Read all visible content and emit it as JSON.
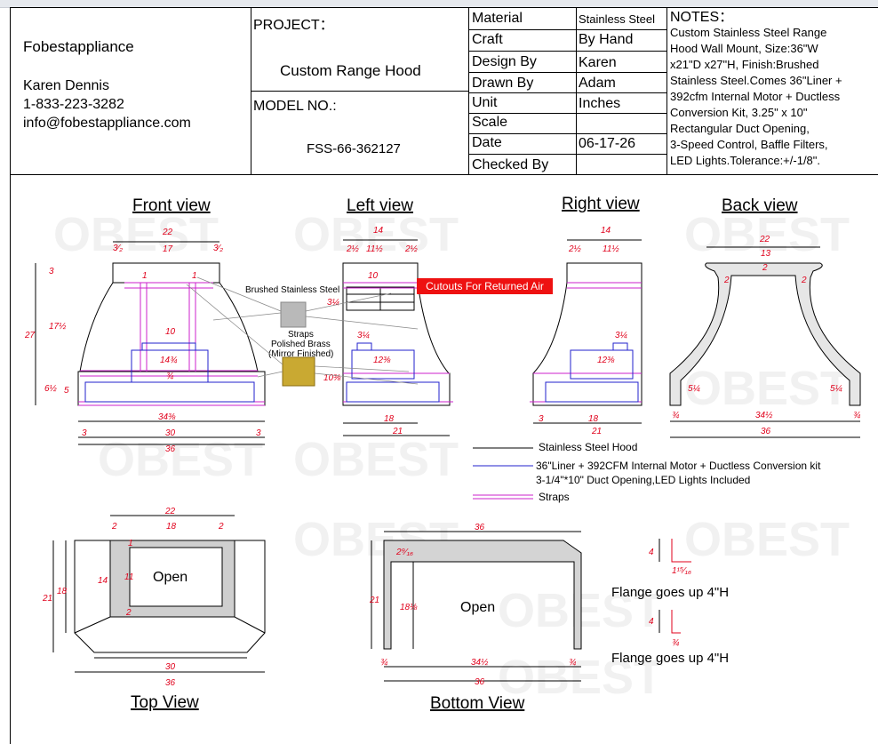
{
  "title_block": {
    "company": "Fobestappliance",
    "contact_name": "Karen Dennis",
    "phone": "1-833-223-3282",
    "email": "info@fobestappliance.com",
    "project_label": "PROJECT：",
    "project_value": "Custom Range Hood",
    "model_label": "MODEL NO.:",
    "model_value": "FSS-66-362127",
    "fields": [
      {
        "label": "Material",
        "value": "Stainless Steel"
      },
      {
        "label": "Craft",
        "value": "By Hand"
      },
      {
        "label": "Design By",
        "value": "Karen"
      },
      {
        "label": "Drawn By",
        "value": "Adam"
      },
      {
        "label": "Unit",
        "value": "Inches"
      },
      {
        "label": "Scale",
        "value": ""
      },
      {
        "label": "Date",
        "value": "06-17-26"
      },
      {
        "label": "Checked By",
        "value": ""
      }
    ],
    "notes_title": "NOTES：",
    "notes_lines": [
      "Custom Stainless Steel Range",
      "Hood Wall Mount, Size:36\"W",
      "x21\"D x27\"H, Finish:Brushed",
      "Stainless Steel.Comes 36\"Liner +",
      "392cfm Internal Motor + Ductless",
      "Conversion Kit, 3.25\" x 10\"",
      "Rectangular Duct Opening,",
      "3-Speed Control, Baffle Filters,",
      "LED Lights.Tolerance:+/-1/8\"."
    ]
  },
  "views": {
    "front": "Front view",
    "left": "Left view",
    "right": "Right view",
    "back": "Back view",
    "top": "Top View",
    "bottom": "Bottom View"
  },
  "callouts": {
    "brushed": "Brushed Stainless Steel",
    "straps1": "Straps",
    "straps2": "Polished Brass",
    "straps3": "(Mirror Finished)",
    "cutouts": "Cutouts For Returned Air",
    "open_top": "Open",
    "open_bottom": "Open",
    "flange1": "Flange goes up 4\"H",
    "flange2": "Flange goes up 4\"H"
  },
  "legend": [
    {
      "label": "Stainless Steel Hood",
      "color": "#000000"
    },
    {
      "label": "36\"Liner + 392CFM Internal Motor + Ductless Conversion kit",
      "color": "#2222cc"
    },
    {
      "label": "3-1/4\"*10\" Duct Opening,LED Lights Included",
      "color": ""
    },
    {
      "label": "Straps",
      "color": "#cc22cc"
    }
  ],
  "watermark": "OBEST",
  "dims": {
    "front": {
      "top_w": "22",
      "inner": "17",
      "side_l": "3⁄₂",
      "side_r": "3⁄₂",
      "three": "3",
      "height": "27",
      "h_upper": "17½",
      "h_lower": "6½",
      "five": "5",
      "one_a": "1",
      "one_b": "1",
      "ten": "10",
      "fourteen": "14¾",
      "three_q": "¾",
      "w345": "34⅜",
      "w30": "30",
      "w3a": "3",
      "w3b": "3",
      "w36": "36"
    },
    "left": {
      "d14": "14",
      "d11": "11½",
      "d2a": "2½",
      "d2b": "2½",
      "d10": "10",
      "d34a": "3¼",
      "d34b": "3¼",
      "d12": "12⅜",
      "d10b": "10⅜",
      "d18": "18",
      "d21": "21"
    },
    "right": {
      "d14": "14",
      "d11": "11½",
      "d2": "2½",
      "d34": "3¼",
      "d12": "12⅜",
      "d3": "3",
      "d18": "18",
      "d21": "21"
    },
    "back": {
      "d22": "22",
      "d13": "13",
      "d2a": "2",
      "d2b": "2",
      "d2c": "2",
      "d5a": "5¼",
      "d5b": "5¼",
      "d34a": "¾",
      "d34b": "¾",
      "d345": "34½",
      "d36": "36"
    },
    "top": {
      "d22": "22",
      "d18": "18",
      "d2a": "2",
      "d2b": "2",
      "d1a": "1",
      "d14": "14",
      "d11": "11",
      "d21": "21",
      "d18v": "18",
      "d2c": "2",
      "d30": "30",
      "d36": "36"
    },
    "bottom": {
      "d36": "36",
      "d2916": "2⁹⁄₁₆",
      "d21": "21",
      "d18": "18⅛",
      "d34a": "¾",
      "d345": "34½",
      "d34b": "¾",
      "d36b": "36",
      "f4a": "4",
      "f1516": "1¹⁵⁄₁₆",
      "f4b": "4",
      "f34": "¾"
    }
  }
}
